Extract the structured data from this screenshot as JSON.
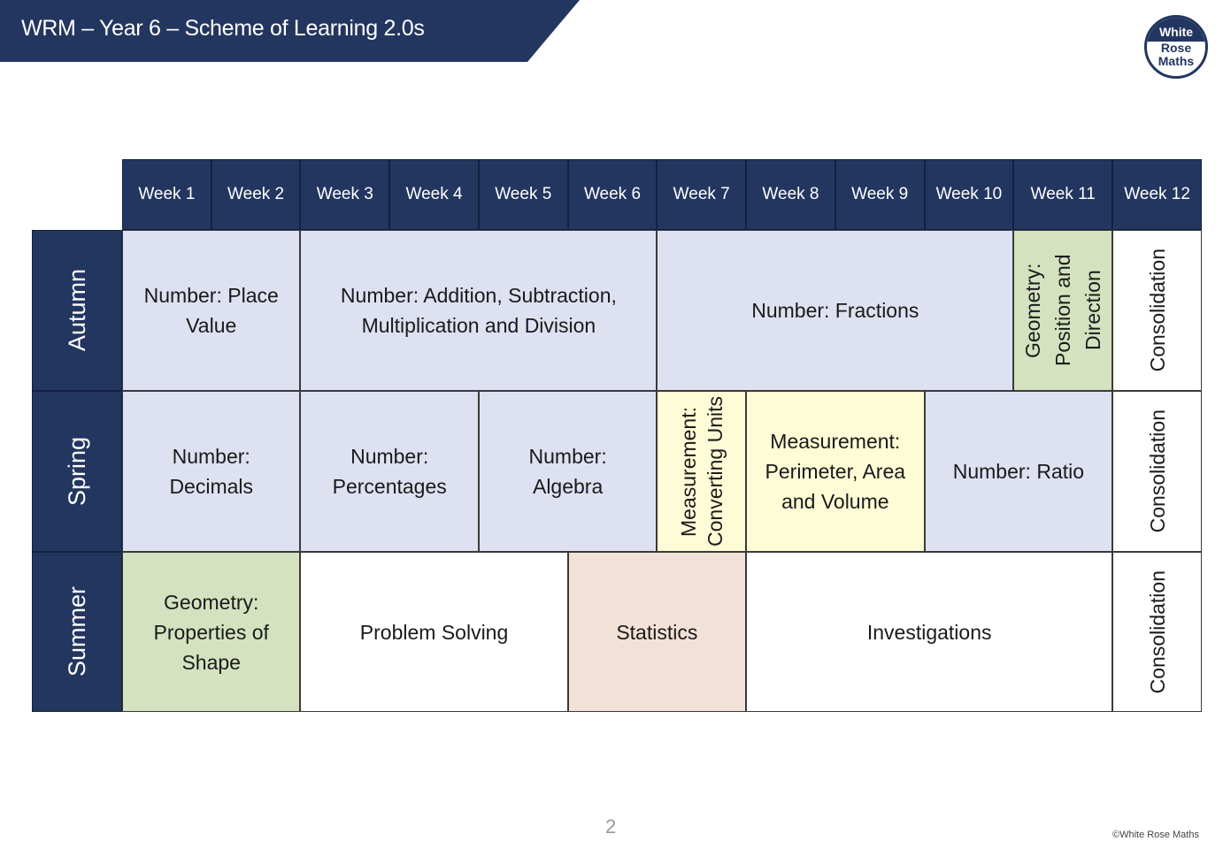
{
  "title": "WRM – Year 6 – Scheme of Learning 2.0s",
  "logo": {
    "line1": "White",
    "line2": "Rose",
    "line3": "Maths"
  },
  "weeks": [
    "Week 1",
    "Week 2",
    "Week 3",
    "Week 4",
    "Week 5",
    "Week 6",
    "Week 7",
    "Week 8",
    "Week 9",
    "Week 10",
    "Week 11",
    "Week 12"
  ],
  "terms": [
    "Autumn",
    "Spring",
    "Summer"
  ],
  "autumn": [
    "Number: Place Value",
    "Number: Addition, Subtraction, Multiplication and Division",
    "Number: Fractions",
    "Geometry: Position and Direction",
    "Consolidation"
  ],
  "spring": [
    "Number: Decimals",
    "Number: Percentages",
    "Number: Algebra",
    "Measurement: Converting Units",
    "Measurement: Perimeter, Area and Volume",
    "Number: Ratio",
    "Consolidation"
  ],
  "summer": [
    "Geometry: Properties of Shape",
    "Problem Solving",
    "Statistics",
    "Investigations",
    "Consolidation"
  ],
  "page_number": "2",
  "copyright": "©White Rose Maths",
  "colors": {
    "navy": "#233660",
    "lavender": "#dee1f1",
    "green": "#d4e2bf",
    "yellow": "#fdfcd6",
    "peach": "#f2e1d6"
  }
}
